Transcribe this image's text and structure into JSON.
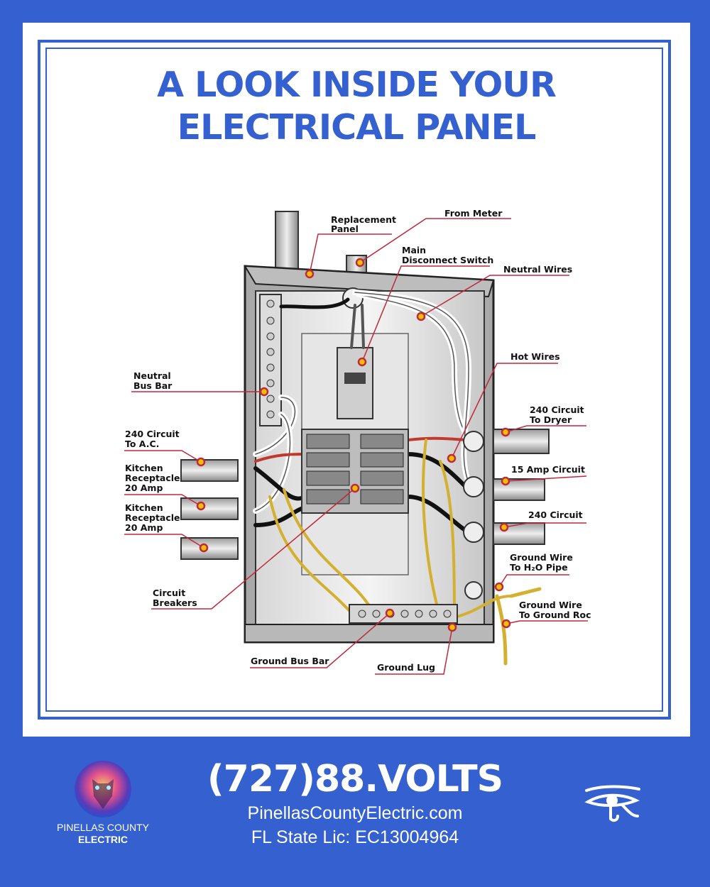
{
  "title": {
    "line1": "A LOOK INSIDE YOUR",
    "line2": "ELECTRICAL PANEL"
  },
  "labels": {
    "replacement_panel": [
      "Replacement",
      "Panel"
    ],
    "from_meter": [
      "From Meter"
    ],
    "main_disconnect": [
      "Main",
      "Disconnect Switch"
    ],
    "neutral_wires": [
      "Neutral Wires"
    ],
    "hot_wires": [
      "Hot Wires"
    ],
    "neutral_bus_bar": [
      "Neutral",
      "Bus Bar"
    ],
    "circuit_240_dryer": [
      "240 Circuit",
      "To Dryer"
    ],
    "circuit_240_ac": [
      "240 Circuit",
      "To A.C."
    ],
    "amp_15_circuit": [
      "15 Amp Circuit"
    ],
    "kitchen_1": [
      "Kitchen",
      "Receptacle",
      "20 Amp"
    ],
    "circuit_240": [
      "240 Circuit"
    ],
    "kitchen_2": [
      "Kitchen",
      "Receptacle",
      "20 Amp"
    ],
    "ground_h2o": [
      "Ground Wire",
      "To H₂O Pipe"
    ],
    "ground_rod": [
      "Ground Wire",
      "To Ground Roc"
    ],
    "circuit_breakers": [
      "Circuit",
      "Breakers"
    ],
    "ground_bus_bar": [
      "Ground Bus Bar"
    ],
    "ground_lug": [
      "Ground Lug"
    ]
  },
  "footer": {
    "phone": "(727)88.VOLTS",
    "website": "PinellasCountyElectric.com",
    "license": "FL State Lic: EC13004964",
    "logo_line1": "PINELLAS COUNTY",
    "logo_line2": "ELECTRIC",
    "logo_icon": "lion-head-icon",
    "eye_icon": "eye-of-horus-icon"
  },
  "colors": {
    "brand_blue": "#3560cf",
    "leader_red": "#c0283c",
    "dot_fill": "#f0c000",
    "wire_yellow": "#d4b030"
  }
}
